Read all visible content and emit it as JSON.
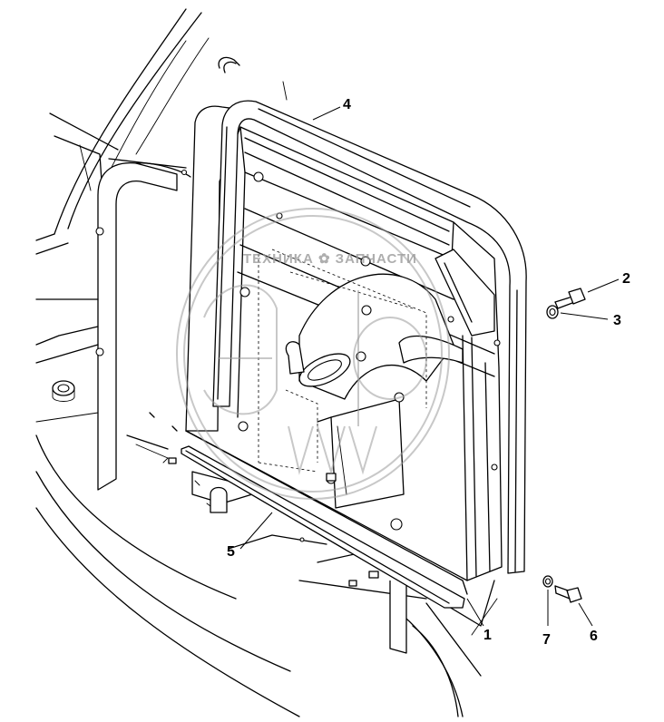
{
  "callouts": [
    {
      "id": "1",
      "label": "1"
    },
    {
      "id": "2",
      "label": "2"
    },
    {
      "id": "3",
      "label": "3"
    },
    {
      "id": "4",
      "label": "4"
    },
    {
      "id": "5",
      "label": "5"
    },
    {
      "id": "6",
      "label": "6"
    },
    {
      "id": "7",
      "label": "7"
    }
  ],
  "watermark": {
    "text": "ТЕХНИКА ✿ ЗАПЧАСТИ",
    "logo_letters": "ЭДФ"
  }
}
